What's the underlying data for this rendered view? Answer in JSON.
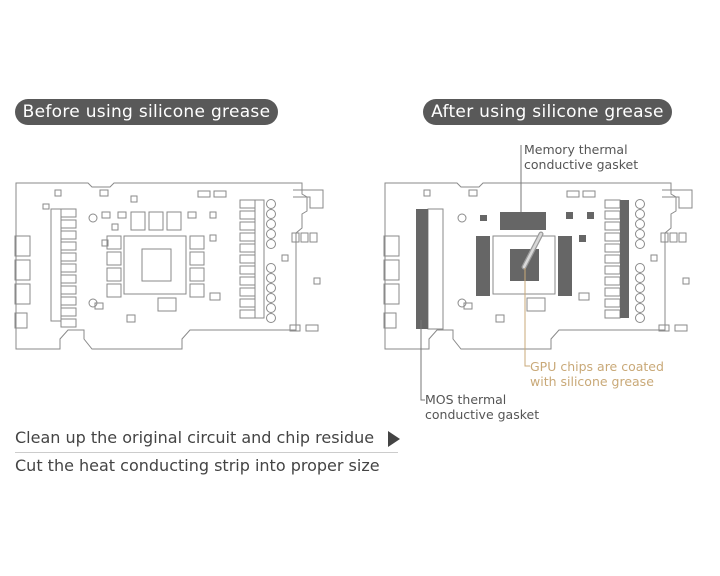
{
  "labels": {
    "before": "Before using silicone grease",
    "after": "After using silicone grease"
  },
  "callouts": {
    "memory": {
      "line1": "Memory thermal",
      "line2": "conductive gasket"
    },
    "gpu": {
      "line1": "GPU chips are coated",
      "line2": "with silicone grease"
    },
    "mos": {
      "line1": "MOS thermal",
      "line2": "conductive gasket"
    }
  },
  "steps": {
    "step1": "Clean up the original circuit and chip residue",
    "step2": "Cut the heat conducting strip into proper size"
  },
  "colors": {
    "pill_bg": "#595959",
    "outline": "#8a8a8a",
    "pad_dark": "#666666",
    "gpu_callout": "#c9a978"
  }
}
